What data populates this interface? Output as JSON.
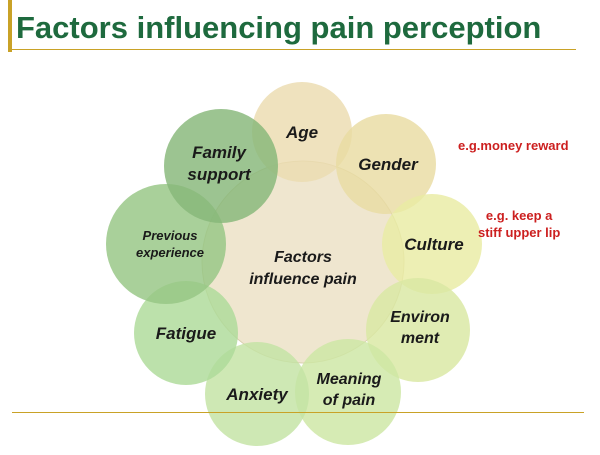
{
  "title": "Factors influencing pain perception",
  "colors": {
    "title": "#1e6a3e",
    "accent_line": "#c9a227",
    "note": "#cc1f1f",
    "center_fill": "#efe6cf",
    "center_stroke": "#d9cfae"
  },
  "center": {
    "lines": [
      "Factors",
      "influence pain"
    ]
  },
  "nodes": [
    {
      "id": "age",
      "lines": [
        "Age"
      ],
      "color": "#ecdcb0"
    },
    {
      "id": "gender",
      "lines": [
        "Gender"
      ],
      "color": "#e9dca2"
    },
    {
      "id": "culture",
      "lines": [
        "Culture"
      ],
      "color": "#e9eba4"
    },
    {
      "id": "environment",
      "lines": [
        "Environ",
        "ment"
      ],
      "color": "#d9e8a2"
    },
    {
      "id": "meaning-of-pain",
      "lines": [
        "Meaning",
        "of pain"
      ],
      "color": "#cde7a3"
    },
    {
      "id": "anxiety",
      "lines": [
        "Anxiety"
      ],
      "color": "#c3e3a3"
    },
    {
      "id": "fatigue",
      "lines": [
        "Fatigue"
      ],
      "color": "#addb98"
    },
    {
      "id": "previous-experience",
      "lines": [
        "Previous",
        "experience"
      ],
      "color": "#96c684"
    },
    {
      "id": "family-support",
      "lines": [
        "Family",
        "support"
      ],
      "color": "#86b779"
    }
  ],
  "notes": [
    {
      "id": "money-reward",
      "lines": [
        "e.g.money reward"
      ]
    },
    {
      "id": "stiff-upper-lip",
      "lines": [
        "e.g. keep a",
        "stiff upper lip"
      ]
    }
  ]
}
